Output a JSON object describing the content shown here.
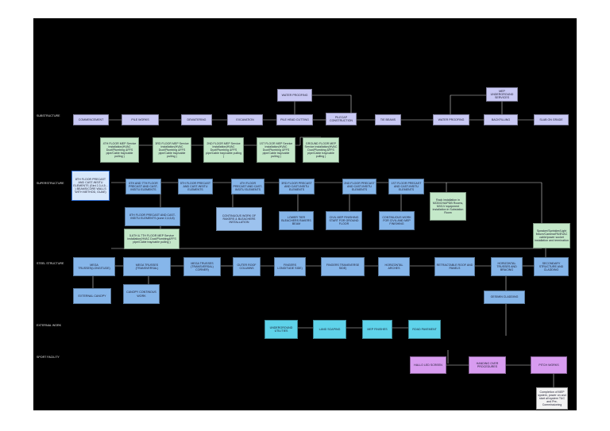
{
  "lanes": {
    "substructure": "SUBSTRUCTURE",
    "superstructure": "SUPERSTRUCTURE",
    "steel": "STEEL STRUCTURE",
    "external": "EXTERNAL WORK",
    "sport": "SPORT FACILITY"
  },
  "nodes": {
    "waterproofing_top": "WATER PROOFING",
    "mep_underground": "MEP UNDERGROUND SERVICES",
    "commencement": "COMMENCEMENT",
    "pile_works": "PILE WORKS",
    "dewatering": "DEWATERING",
    "excavation": "EXCAVATION",
    "pile_head_cutting": "PILE HEAD CUTTING",
    "pilecap": "PILECAP CONSTRUCTION",
    "tie_beams": "TIE BEAMS",
    "waterproofing": "WATER PROOFING",
    "backfilling": "BACKFILLING",
    "slab_on_grade": "SLAB ON GRADE",
    "mep_4th": "4TH FLOOR MEP Service installation(HVAC Duct/Plumbing &FFS pipe/Cable tray/cable pulling )",
    "mep_3rd": "3RD FLOOR MEP Service installation(HVAC Duct/Plumbing &FFS pipe/Cable tray/cable pulling )",
    "mep_2nd": "2ND FLOOR MEP Service installation(HVAC Duct/Plumbing &FFS pipe/Cable tray/cable pulling )",
    "mep_1st": "1ST FLOOR MEP Service installation(HVAC Duct/Plumbing &FFS pipe/Cable tray/cable pulling )",
    "mep_ground": "GROUND FLOOR MEP Service installation(HVAC Duct/Plumbing &FFS pipe/Cable tray/cable pulling )",
    "sel_8th": "8TH FLOOR PRECAST AND CAST-INSITU ELEMENTS (Gird 2,3,4,5... ) BEAMS/CORE WALLS WITH METHOD, GUAE)",
    "floor_6th7th": "6TH AND 7TH FLOOR PRECAST AND CAST-INSITU ELEMENTS",
    "floor_5th": "5TH FLOOR PRECAST AND CAST-INSITU ELEMENTS",
    "floor_4th": "4TH FLOOR PRECAST AND CAST-INSITU ELEMENTS",
    "floor_3rd": "3RD FLOOR PRECAST AND CAST-INSITU ELEMENTS",
    "floor_2nd": "2ND FLOOR PRECAST AND CAST-INSITU ELEMENTS",
    "floor_1st": "1ST FLOOR PRECAST AND CAST-INSITU ELEMENTS",
    "floor_8th_zone": "8TH FLOOR PRECAST AND CAST-INSITU ELEMENTS (zone 2,4,6,8)",
    "continuous_risers": "CONTINUOUS WORK OF RAKERS & BLEACHERS INSTALLATION",
    "lower_tier": "LOWER TIER BLEACHERS RAKERS BEAM",
    "civil_mep_finishing": "CIVIL MEP FINISHING START FOR GROUND FLOOR",
    "continuous_civil": "CONTINUOUS WORK FOR CIVIL AND MEP FINISHING",
    "rack_install": "Rack installation in MCB/CHA/PDB Rooms, MV/LV equipment installation in Substation Room",
    "mep_5th8th": "5,6TH & 7TH FLOOR MEP Service installation(HVAC Duct/Plumbing&FFS pipe/Cable tray/cable pulling )",
    "speaker": "Speaker/Sprinkler/Light fixture/Camera/PA/EVAC cable/power socket installation and termination",
    "mega_longitude": "MEGA TRUSSES(LONGITUDE)",
    "mega_transversal": "MEGA TRUSSES (TRANSVERSAL)",
    "mega_corner": "MEGA TRUSSES (TRANSVERSAL) CORNER)",
    "outer_roof": "OUTER ROOF COLUMNS",
    "fingers_long": "FINGERS LONGITUDE SIDE)",
    "fingers_trans": "FINGERS TRANSVERSE SIDE)",
    "horizontal_arches": "HORIZONTAL ARCHES",
    "retractable": "RETRACTABLE ROOF AND PANELS",
    "horizontal_trusses": "HORIZONTAL TRUSSES AND BRACING",
    "secondary": "SECONDARY STRUCTURE AND CLADDING",
    "external_canopy": "EXTERNAL CANOPY",
    "canopy_continuous": "CANOPY CONTINOUS WORK",
    "gesimin": "GESIMIN CLADDING",
    "underground_utilities": "UNDERGROUND UTILITIES",
    "landscaping": "LAND SCAPING",
    "mep_finishes": "MEP FINISHES",
    "road_pavement": "ROAD PAVEMENT",
    "halo_led": "HALLO LED SCREEN",
    "handing_over": "HANDING OVER PROCEDURES",
    "pitch_works": "PITCH WORKS",
    "completion": "Completion of MEP system, power on and start all system T&C and Pre-Commissioning"
  }
}
